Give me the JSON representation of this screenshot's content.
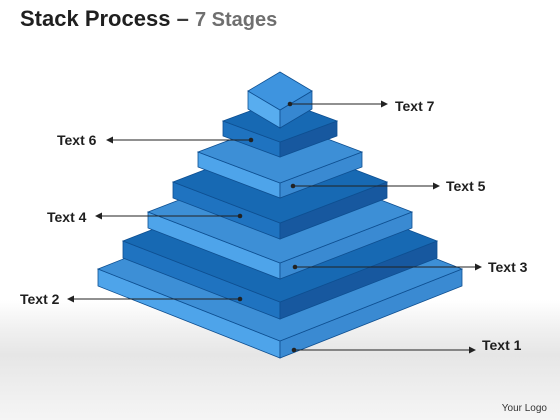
{
  "title": {
    "main": "Stack Process",
    "separator": "–",
    "sub": "7 Stages"
  },
  "stages": [
    {
      "label": "Text 1",
      "side": "right"
    },
    {
      "label": "Text 2",
      "side": "left"
    },
    {
      "label": "Text 3",
      "side": "right"
    },
    {
      "label": "Text 4",
      "side": "left"
    },
    {
      "label": "Text 5",
      "side": "right"
    },
    {
      "label": "Text 6",
      "side": "left"
    },
    {
      "label": "Text 7",
      "side": "right"
    }
  ],
  "colors": {
    "light_top": "#3d8fd6",
    "light_left": "#4ea4ea",
    "light_right": "#3a8ad2",
    "dark_top": "#1769b3",
    "dark_left": "#1f73c0",
    "dark_right": "#17589f",
    "cube_top": "#3e94df",
    "cube_left": "#58adef",
    "cube_right": "#3687d1",
    "stroke": "#0e4f91",
    "arrow": "#222222"
  },
  "footer": {
    "logo": "Your Logo"
  }
}
